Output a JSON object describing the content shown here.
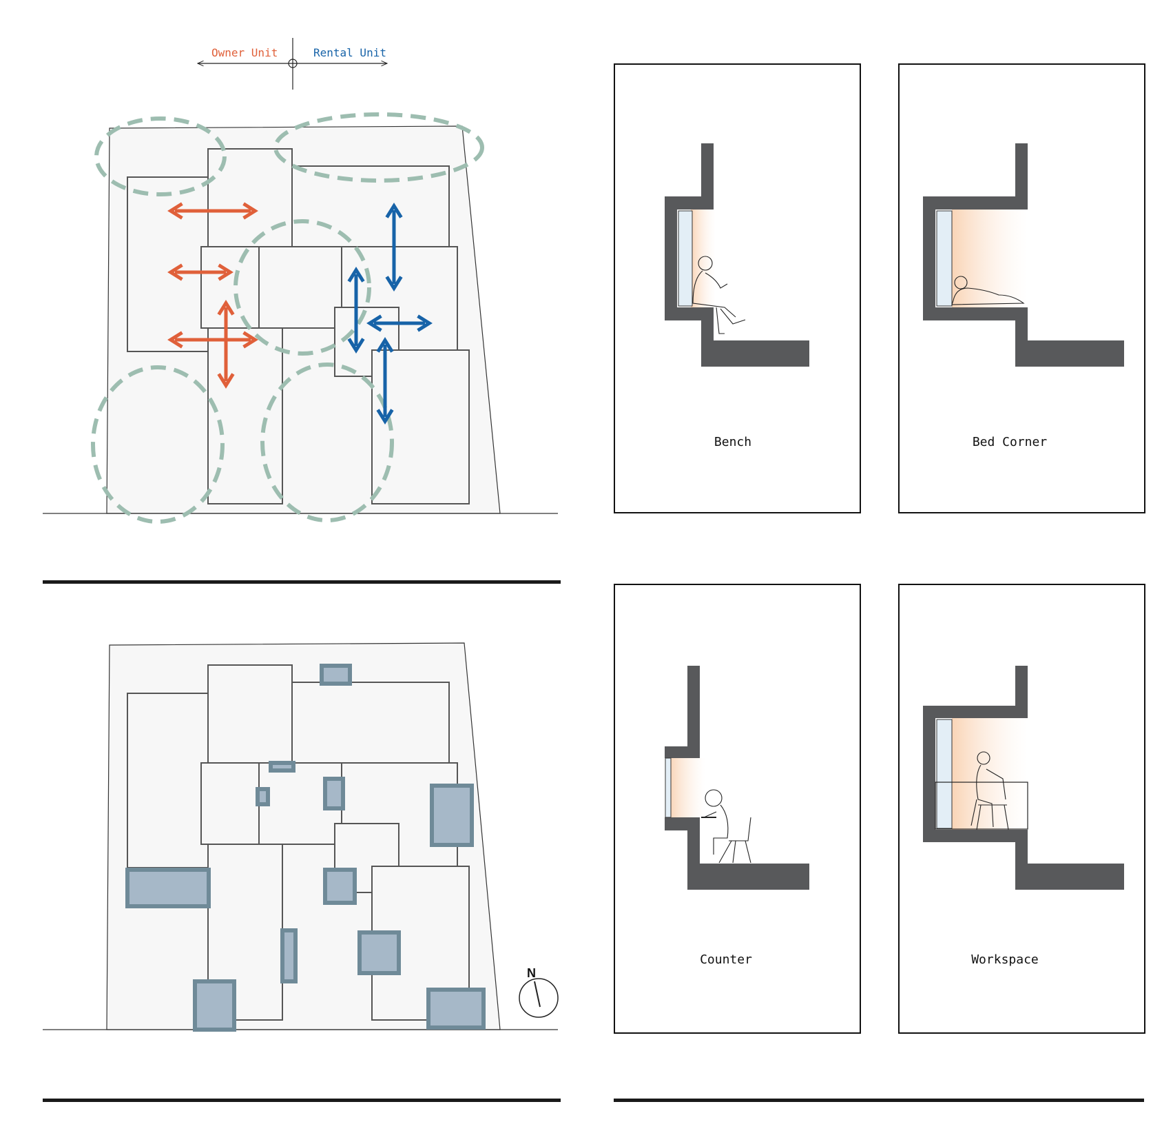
{
  "legend": {
    "owner_label": "Owner Unit",
    "rental_label": "Rental Unit",
    "owner_color": "#e0603a",
    "rental_color": "#1763a8"
  },
  "colors": {
    "zone_dash": "#9dbdb0",
    "wall": "#58595b",
    "plan_fill": "#f7f7f7",
    "window_fill": "#a6b8c8",
    "window_stroke": "#6f8a98",
    "light_gradient": "#f9d8bd"
  },
  "north": {
    "label": "N"
  },
  "sections": {
    "bench": "Bench",
    "bed_corner": "Bed Corner",
    "counter": "Counter",
    "workspace": "Workspace"
  }
}
